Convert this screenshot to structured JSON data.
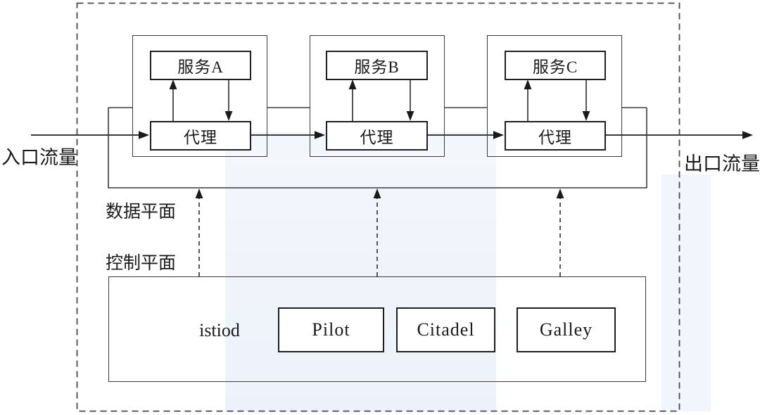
{
  "figure": {
    "title_semantic": "istio-service-mesh-architecture",
    "ingress_label": "入口流量",
    "egress_label": "出口流量",
    "data_plane_label": "数据平面",
    "control_plane_label": "控制平面",
    "groups": [
      {
        "service": "服务A",
        "proxy": "代理"
      },
      {
        "service": "服务B",
        "proxy": "代理"
      },
      {
        "service": "服务C",
        "proxy": "代理"
      }
    ],
    "control_plane": {
      "name": "istiod",
      "components": [
        "Pilot",
        "Citadel",
        "Galley"
      ]
    },
    "colors": {
      "line": "#3a3a3a",
      "arrow": "#1a1a1a",
      "text": "#1a1a1a",
      "box_border": "#1f1f1f",
      "watermark": "#e2e9f6",
      "background": "#ffffff"
    }
  }
}
